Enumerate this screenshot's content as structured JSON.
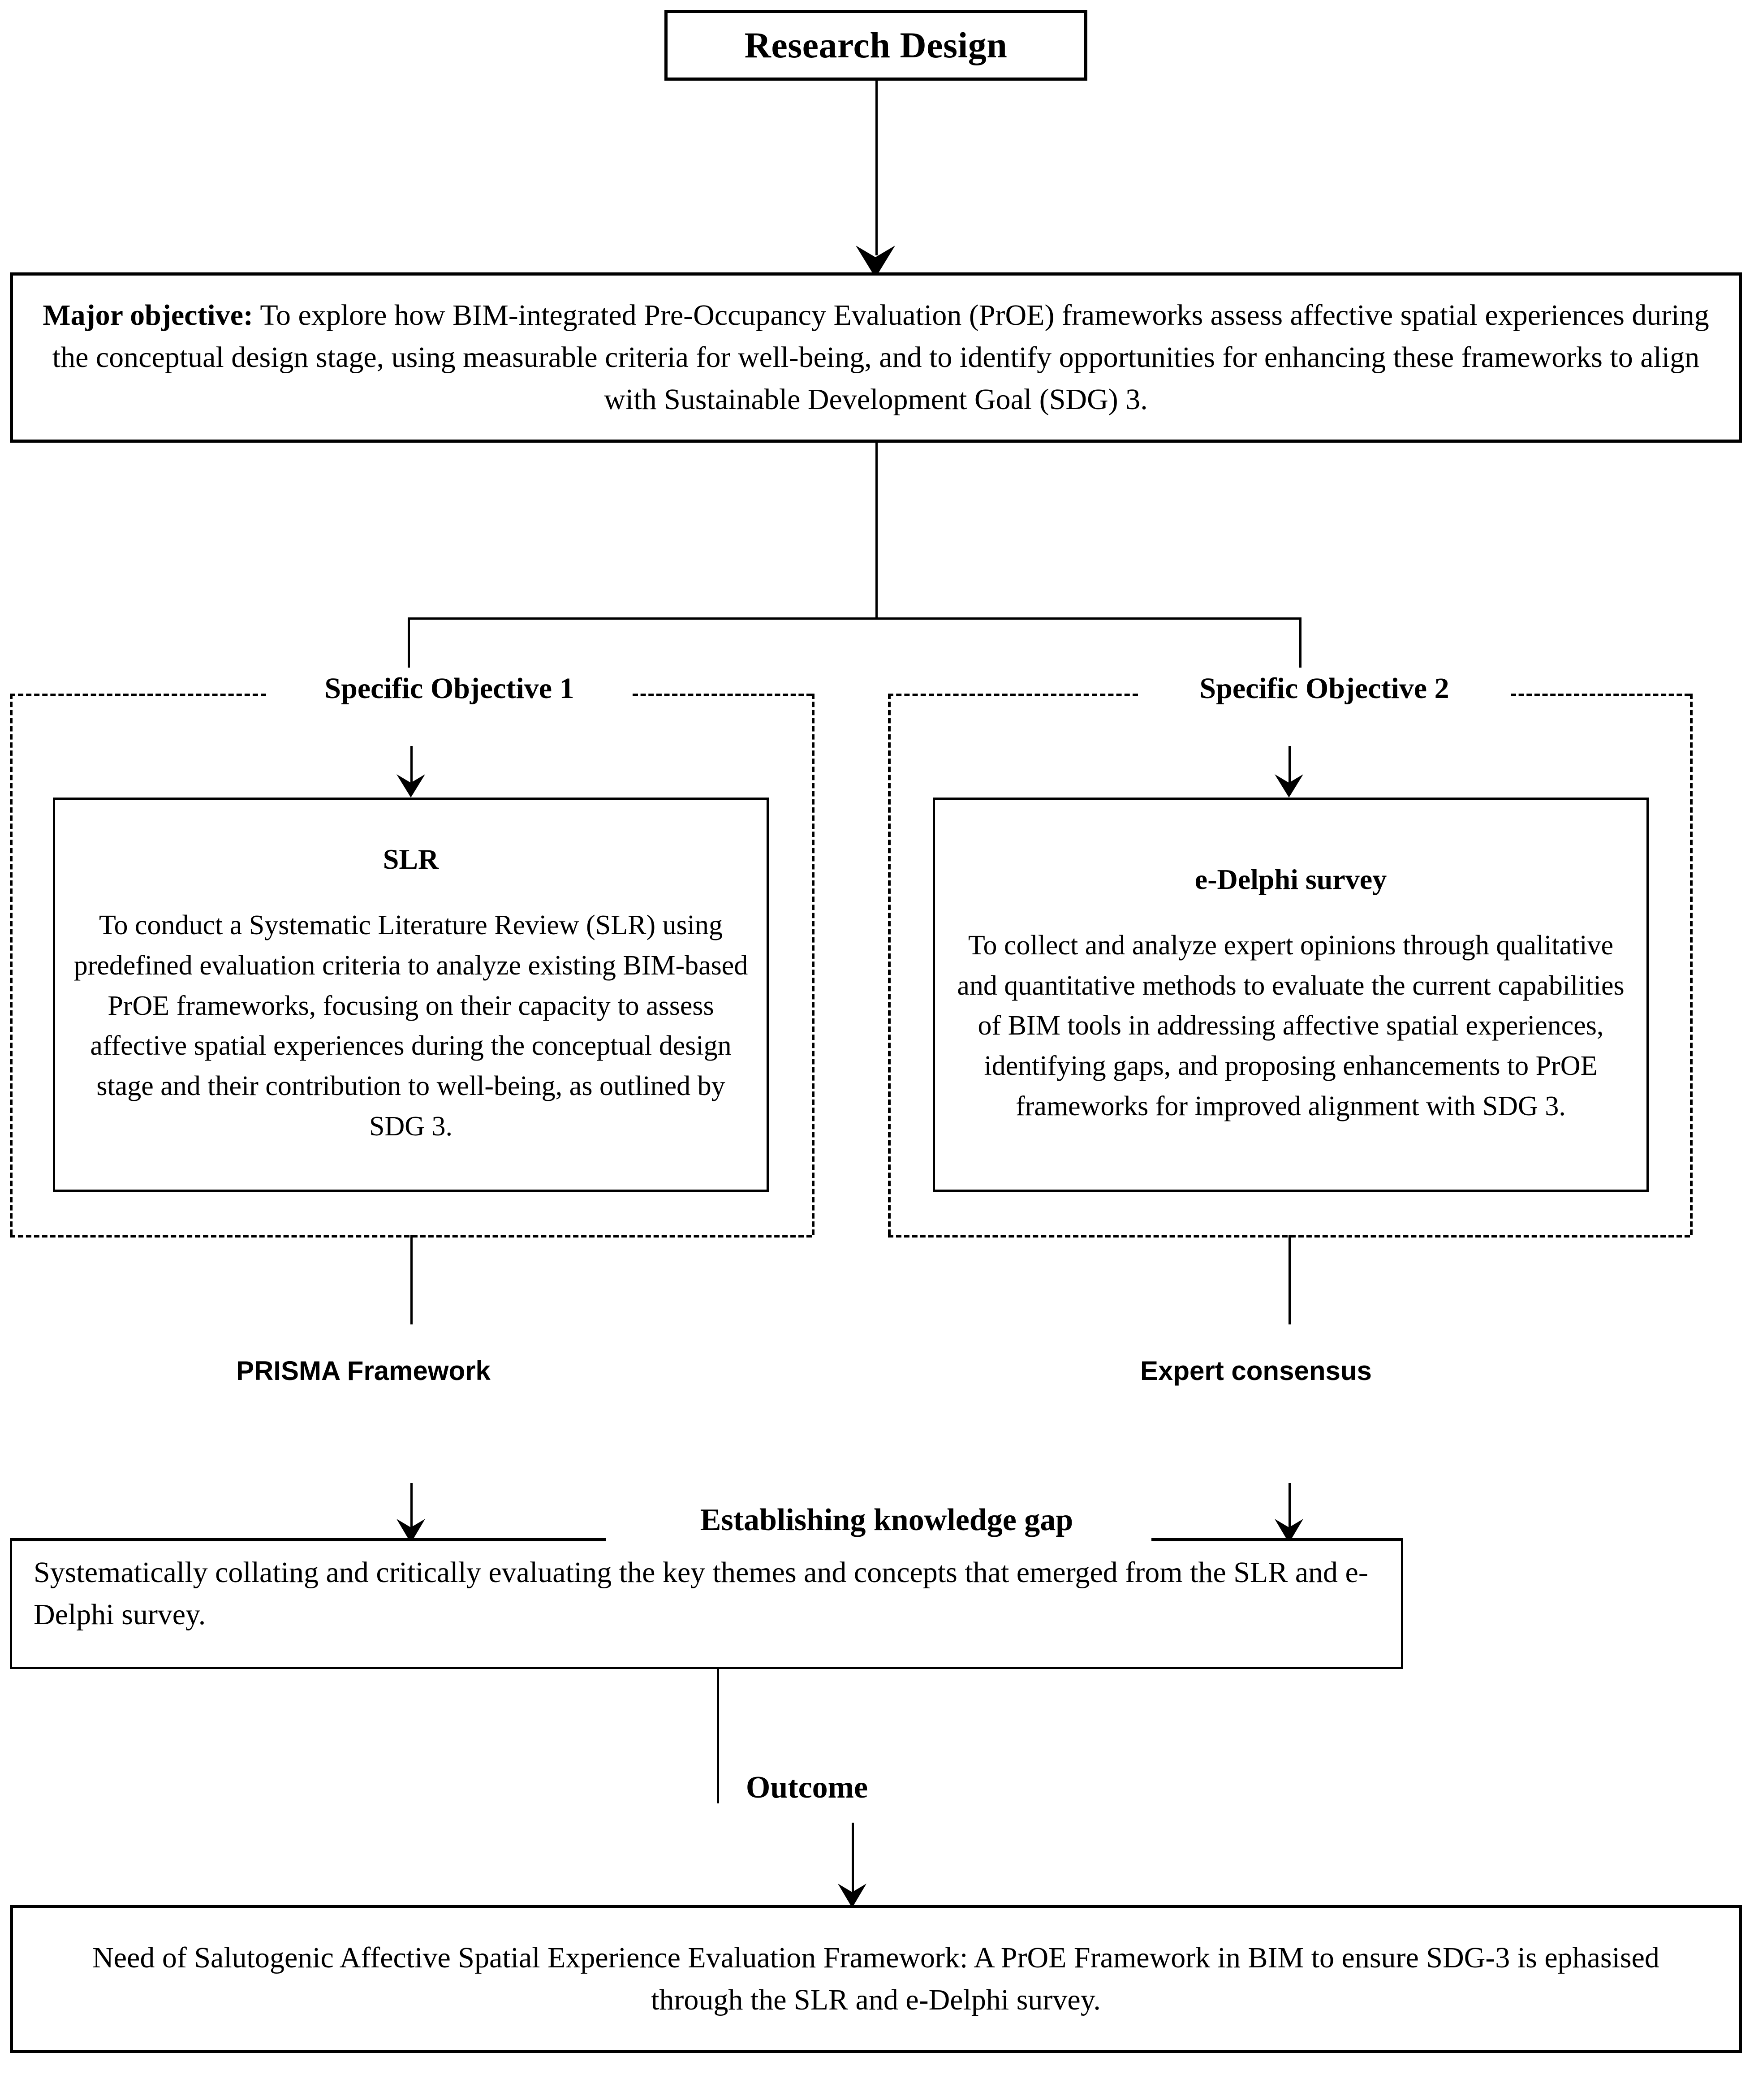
{
  "diagram": {
    "title_box": {
      "label": "Research Design"
    },
    "major_objective": {
      "lead": "Major objective:",
      "text": " To explore how BIM-integrated Pre-Occupancy Evaluation (PrOE) frameworks assess affective spatial experiences during the conceptual design stage, using measurable criteria for well-being, and to identify opportunities for enhancing these frameworks to align with Sustainable Development Goal (SDG) 3."
    },
    "objective_1": {
      "group_label": "Specific Objective 1",
      "box_title": "SLR",
      "box_body": "To conduct a Systematic Literature Review (SLR) using predefined evaluation criteria to analyze existing BIM-based PrOE frameworks, focusing on their capacity to assess affective spatial experiences during the conceptual design stage and their contribution to well-being, as outlined by SDG 3.",
      "method_label": "PRISMA Framework"
    },
    "objective_2": {
      "group_label": "Specific Objective 2",
      "box_title": "e-Delphi survey",
      "box_body": "To collect and analyze expert opinions through qualitative and quantitative methods to evaluate the current capabilities of BIM tools in addressing affective spatial experiences, identifying gaps, and proposing enhancements to PrOE frameworks for improved alignment with SDG 3.",
      "method_label": "Expert consensus"
    },
    "knowledge_gap": {
      "label": "Establishing knowledge gap",
      "text": "Systematically collating and critically evaluating the key themes and concepts that emerged from the SLR and e-Delphi survey."
    },
    "outcome": {
      "label": "Outcome",
      "text": "Need of Salutogenic Affective Spatial Experience Evaluation Framework: A PrOE Framework in BIM to ensure SDG-3 is ephasised through the SLR and e-Delphi survey."
    },
    "colors": {
      "stroke": "#000000",
      "background": "#ffffff"
    }
  }
}
